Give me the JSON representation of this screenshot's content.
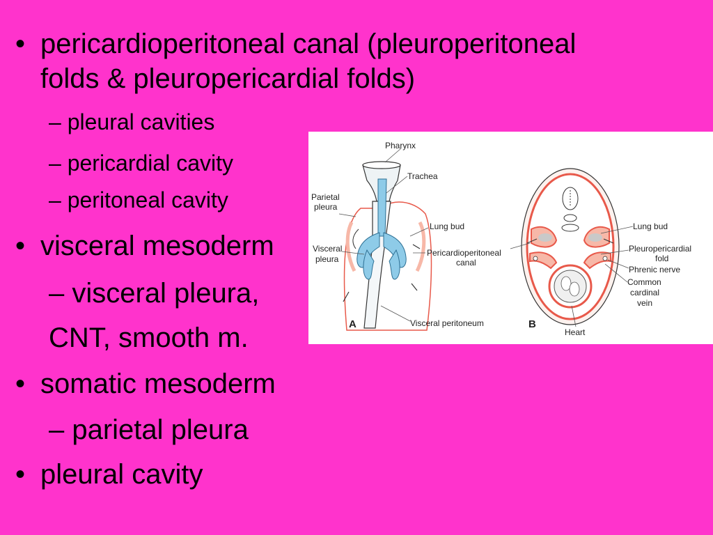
{
  "slide": {
    "bullets": [
      {
        "marker": "•",
        "text_line1": "pericardioperitoneal canal (pleuroperitoneal",
        "text_line2": "folds & pleuropericardial folds)",
        "subitems": [
          "– pleural cavities",
          "– pericardial cavity",
          "– peritoneal cavity"
        ]
      },
      {
        "marker": "•",
        "text": "visceral mesoderm",
        "subitems": [
          "– visceral pleura,",
          "CNT, smooth m."
        ]
      },
      {
        "marker": "•",
        "text": "somatic mesoderm",
        "subitems": [
          "– parietal pleura"
        ]
      },
      {
        "marker": "•",
        "text": "pleural cavity"
      }
    ]
  },
  "figure": {
    "labels": {
      "pharynx": "Pharynx",
      "trachea": "Trachea",
      "parietal_pleura_1": "Parietal",
      "parietal_pleura_2": "pleura",
      "lung_bud_a": "Lung bud",
      "visceral_pleura_1": "Visceral",
      "visceral_pleura_2": "pleura",
      "pericardioperitoneal_1": "Pericardioperitoneal",
      "pericardioperitoneal_2": "canal",
      "visceral_peritoneum": "Visceral peritoneum",
      "panel_a": "A",
      "panel_b": "B",
      "lung_bud_b": "Lung bud",
      "pleuropericardial_1": "Pleuropericardial",
      "pleuropericardial_2": "fold",
      "phrenic_nerve": "Phrenic nerve",
      "common_cardinal_1": "Common",
      "common_cardinal_2": "cardinal",
      "common_cardinal_3": "vein",
      "heart": "Heart"
    },
    "colors": {
      "background": "#ff33cc",
      "airway_blue": "#8ecbe8",
      "mesoderm_red": "#e8594a",
      "mesoderm_pink": "#f7b8a8"
    }
  }
}
